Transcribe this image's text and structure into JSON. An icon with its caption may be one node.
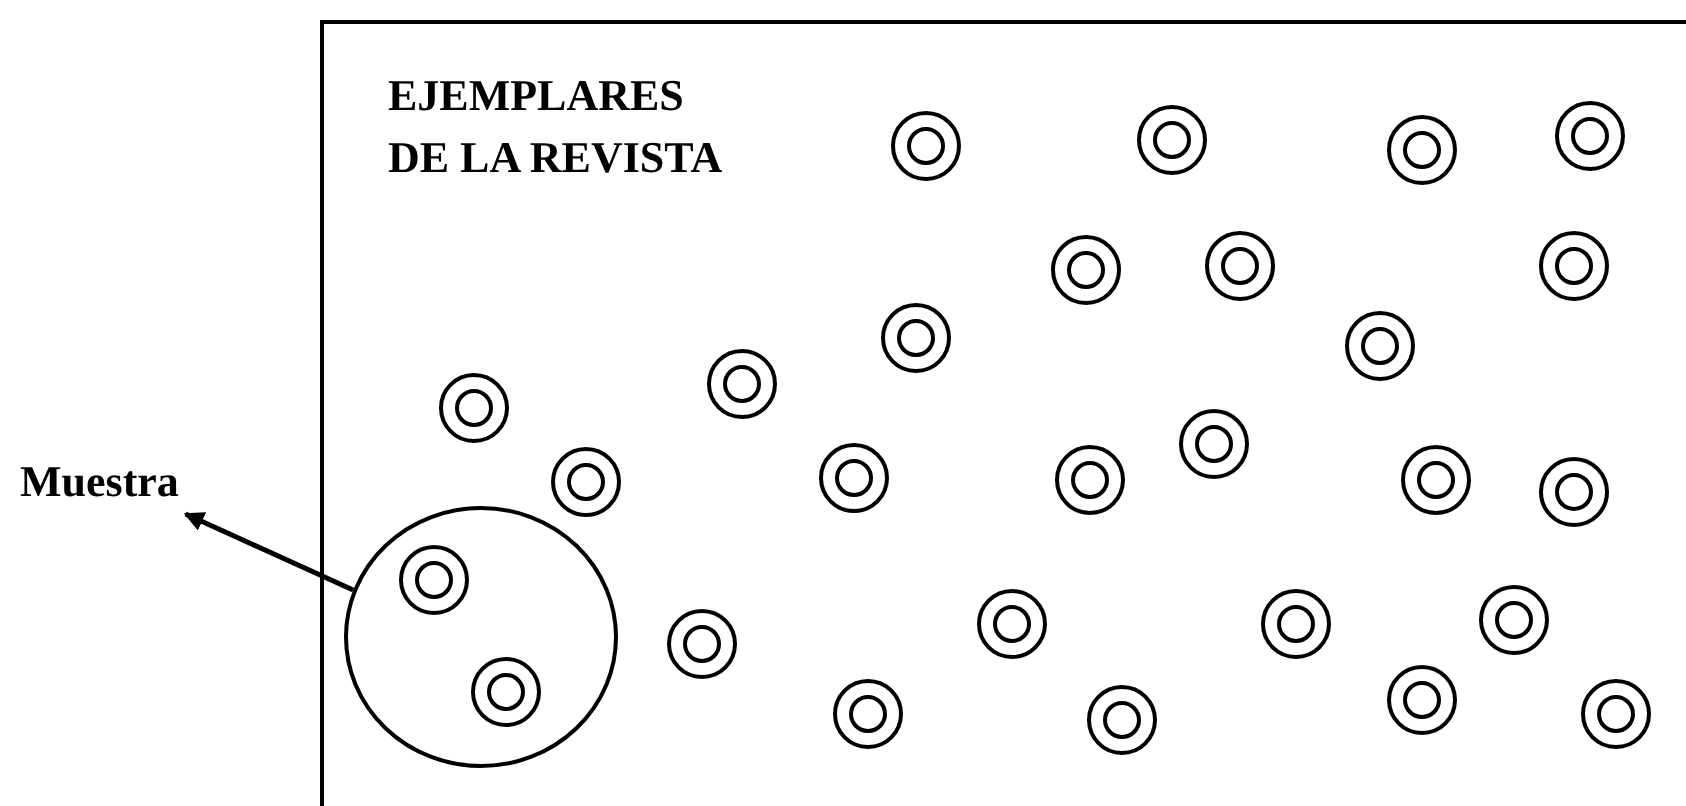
{
  "diagram": {
    "nodes": [
      {
        "text": [
          "EJEMPLARES DE LA REVISTA"
        ]
      },
      {
        "text": [],
        "shape": "circle",
        "in": 0
      },
      {
        "text": [
          "Muestra"
        ]
      }
    ],
    "edges": [
      {
        "from": 1,
        "to": 2,
        "arrow": "to"
      }
    ]
  }
}
